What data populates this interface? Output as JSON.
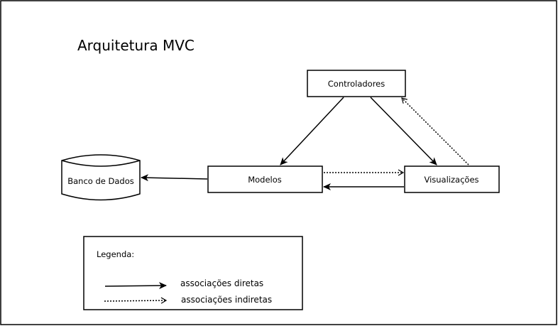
{
  "diagram": {
    "title": "Arquitetura MVC",
    "nodes": {
      "controllers": "Controladores",
      "models": "Modelos",
      "views": "Visualizações",
      "database": "Banco de Dados"
    },
    "legend": {
      "title": "Legenda:",
      "direct": "associações diretas",
      "indirect": "associações indiretas"
    },
    "edges": [
      {
        "from": "Controladores",
        "to": "Modelos",
        "style": "direct"
      },
      {
        "from": "Controladores",
        "to": "Visualizações",
        "style": "direct"
      },
      {
        "from": "Visualizações",
        "to": "Controladores",
        "style": "indirect"
      },
      {
        "from": "Modelos",
        "to": "Visualizações",
        "style": "indirect"
      },
      {
        "from": "Visualizações",
        "to": "Modelos",
        "style": "direct"
      },
      {
        "from": "Modelos",
        "to": "Banco de Dados",
        "style": "direct"
      }
    ]
  }
}
